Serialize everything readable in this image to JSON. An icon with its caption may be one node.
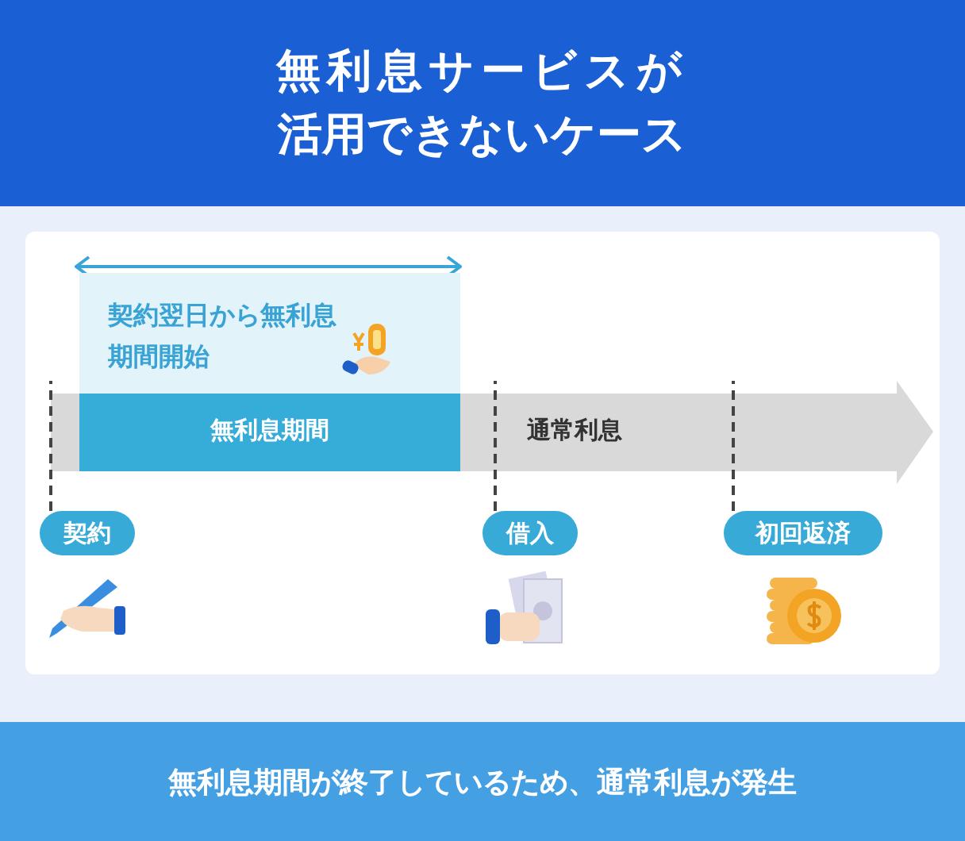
{
  "diagram": {
    "title": "無利息サービスが活用できないケース",
    "caption": "無利息期間が終了しているため、通常利息が発生",
    "nodes": [
      {
        "text": [
          "契約翌日から無利息期間開始"
        ]
      },
      {
        "text": [
          "通常利息"
        ]
      },
      {
        "text": [
          "無利息期間"
        ],
        "in": 1
      },
      {
        "text": [
          "契約"
        ]
      },
      {
        "text": [
          "借入"
        ]
      },
      {
        "text": [
          "初回返済"
        ]
      }
    ],
    "edges": [
      {
        "from": 3,
        "to": 1,
        "arrow": "none",
        "style": "dashed"
      },
      {
        "from": 4,
        "to": 1,
        "arrow": "none",
        "style": "dashed"
      },
      {
        "from": 5,
        "to": 1,
        "arrow": "none",
        "style": "dashed"
      }
    ]
  }
}
